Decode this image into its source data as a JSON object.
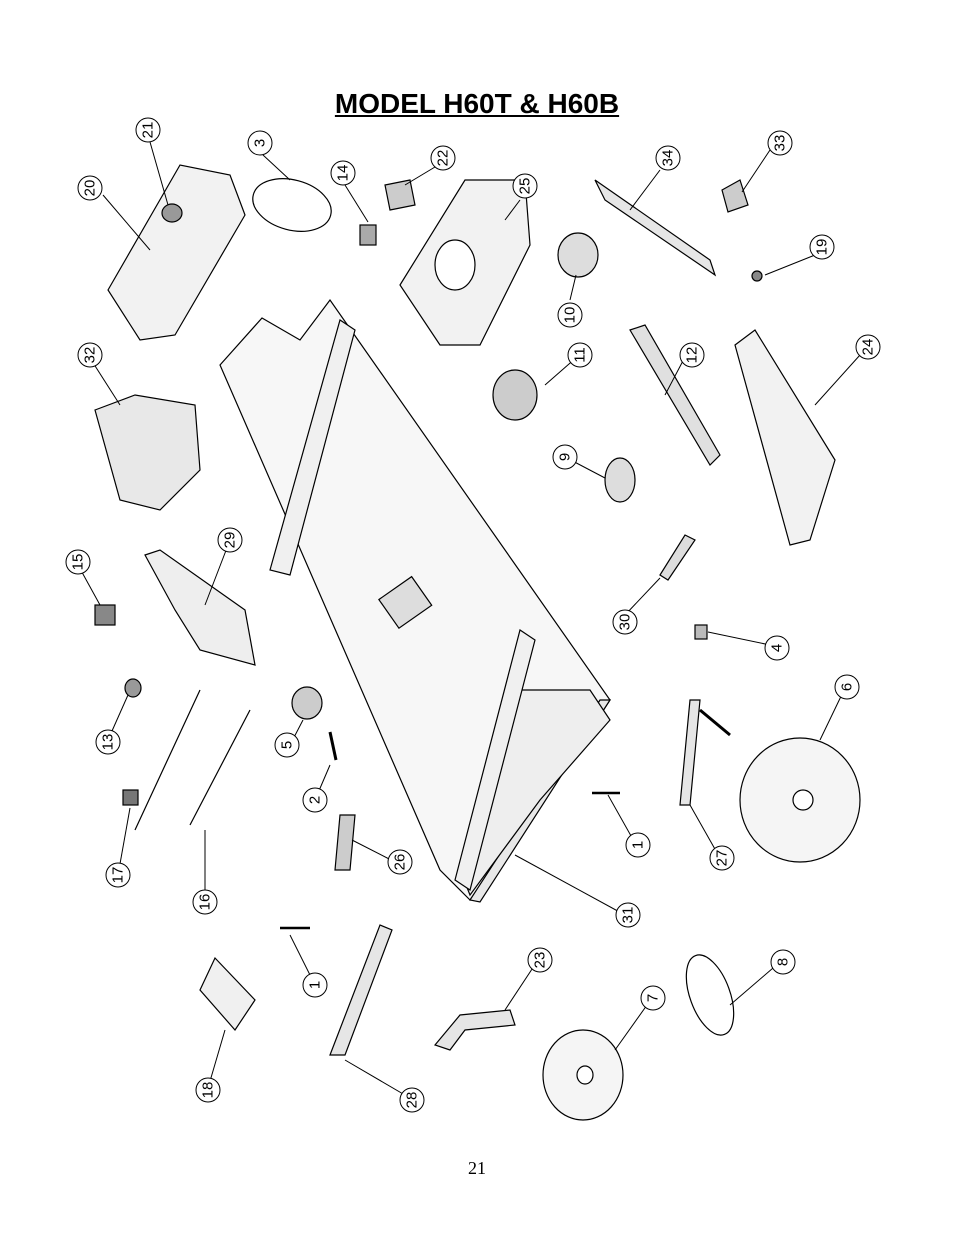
{
  "title": "MODEL H60T & H60B",
  "page_number": "21",
  "callouts": [
    "21",
    "20",
    "3",
    "14",
    "22",
    "25",
    "34",
    "33",
    "19",
    "10",
    "24",
    "32",
    "11",
    "12",
    "9",
    "15",
    "29",
    "30",
    "4",
    "6",
    "13",
    "5",
    "2",
    "1",
    "27",
    "17",
    "26",
    "16",
    "31",
    "23",
    "8",
    "1",
    "7",
    "28",
    "18"
  ]
}
